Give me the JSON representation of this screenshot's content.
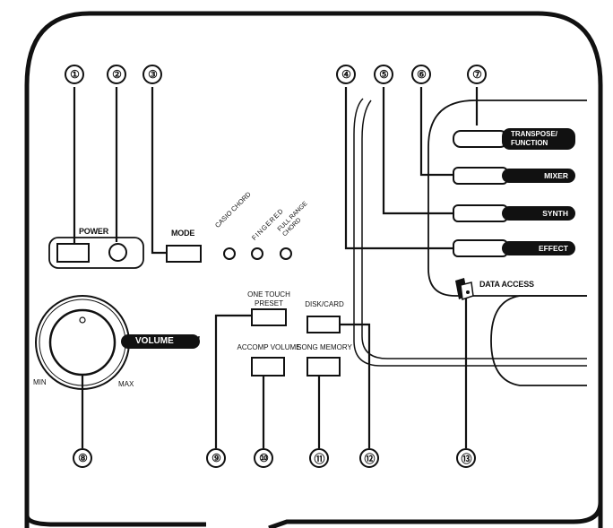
{
  "callouts": [
    "①",
    "②",
    "③",
    "④",
    "⑤",
    "⑥",
    "⑦",
    "⑧",
    "⑨",
    "⑩",
    "⑪",
    "⑫",
    "⑬"
  ],
  "labels": {
    "power": "POWER",
    "mode": "MODE",
    "casio_chord": "CASIO CHORD",
    "fingered": "FINGERED",
    "full_range_chord": "FULL RANGE CHORD",
    "transpose_function": "TRANSPOSE/ FUNCTION",
    "mixer": "MIXER",
    "synth": "SYNTH",
    "effect": "EFFECT",
    "data_access": "DATA ACCESS",
    "one_touch_preset": "ONE TOUCH PRESET",
    "disk_card": "DISK/CARD",
    "accomp_volume": "ACCOMP VOLUME",
    "song_memory": "SONG MEMORY",
    "volume": "VOLUME",
    "min": "MIN",
    "max": "MAX"
  }
}
